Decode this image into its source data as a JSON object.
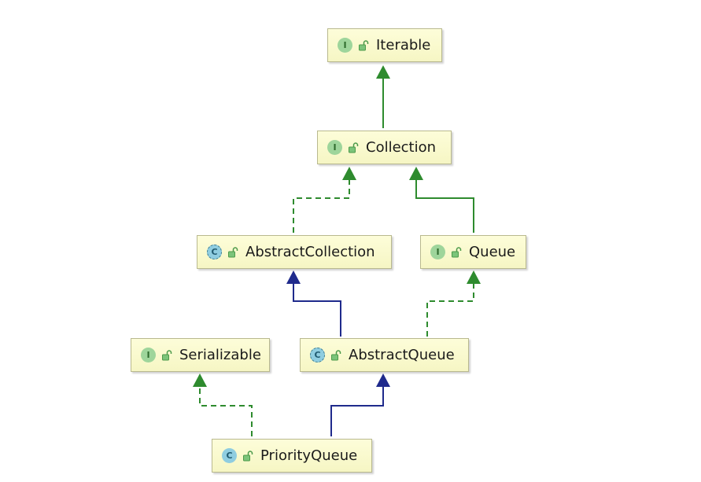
{
  "colors": {
    "implements_edge": "#2e8b2e",
    "extends_edge": "#1f2a8c",
    "node_fill": "#f8f8c8",
    "node_border": "#b9b98f"
  },
  "nodes": {
    "iterable": {
      "kind_letter": "I",
      "kind": "interface",
      "label": "Iterable",
      "icon": "unlock-icon"
    },
    "collection": {
      "kind_letter": "I",
      "kind": "interface",
      "label": "Collection",
      "icon": "unlock-icon"
    },
    "abstract_collection": {
      "kind_letter": "C",
      "kind": "abstract-class",
      "label": "AbstractCollection",
      "icon": "unlock-icon"
    },
    "queue": {
      "kind_letter": "I",
      "kind": "interface",
      "label": "Queue",
      "icon": "unlock-icon"
    },
    "serializable": {
      "kind_letter": "I",
      "kind": "interface",
      "label": "Serializable",
      "icon": "unlock-icon"
    },
    "abstract_queue": {
      "kind_letter": "C",
      "kind": "abstract-class",
      "label": "AbstractQueue",
      "icon": "unlock-icon"
    },
    "priority_queue": {
      "kind_letter": "C",
      "kind": "class",
      "label": "PriorityQueue",
      "icon": "unlock-icon"
    }
  },
  "edges": [
    {
      "from": "collection",
      "to": "iterable",
      "relation": "extends-interface",
      "style": "solid",
      "color": "#2e8b2e"
    },
    {
      "from": "abstract_collection",
      "to": "collection",
      "relation": "implements",
      "style": "dashed",
      "color": "#2e8b2e"
    },
    {
      "from": "queue",
      "to": "collection",
      "relation": "extends-interface",
      "style": "solid",
      "color": "#2e8b2e"
    },
    {
      "from": "abstract_queue",
      "to": "abstract_collection",
      "relation": "extends",
      "style": "solid",
      "color": "#1f2a8c"
    },
    {
      "from": "abstract_queue",
      "to": "queue",
      "relation": "implements",
      "style": "dashed",
      "color": "#2e8b2e"
    },
    {
      "from": "priority_queue",
      "to": "serializable",
      "relation": "implements",
      "style": "dashed",
      "color": "#2e8b2e"
    },
    {
      "from": "priority_queue",
      "to": "abstract_queue",
      "relation": "extends",
      "style": "solid",
      "color": "#1f2a8c"
    }
  ]
}
